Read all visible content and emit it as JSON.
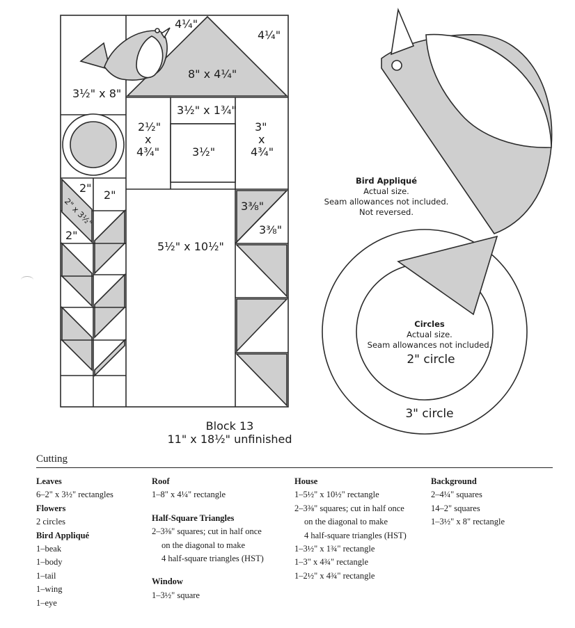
{
  "colors": {
    "fabric_gray": "#cfcfcf",
    "line": "#2b2b2b",
    "background": "#ffffff"
  },
  "block": {
    "title": "Block 13",
    "size": "11\" x 18½\" unfinished",
    "labels": {
      "beak_size": "4¼\"",
      "bg_square": "4¼\"",
      "roof": "8\" x 4¼\"",
      "bg_rect": "3½\" x 8\"",
      "window_top": "3½\" x 1¾\"",
      "left_rect_1": "2½\"",
      "left_rect_2": "x",
      "left_rect_3": "4¾\"",
      "window": "3½\"",
      "right_rect_1": "3\"",
      "right_rect_2": "x",
      "right_rect_3": "4¾\"",
      "sq_2a": "2\"",
      "sq_2b": "2\"",
      "leaf_rect": "2\" x 3½\"",
      "sq_2c": "2\"",
      "hst_1": "3⅜\"",
      "hst_2": "3⅜\"",
      "house": "5½\" x 10½\""
    }
  },
  "applique": {
    "bird_title": "Bird Appliqué",
    "bird_notes": [
      "Actual size.",
      "Seam allowances not included.",
      "Not reversed."
    ],
    "circles_title": "Circles",
    "circles_notes": [
      "Actual size.",
      "Seam allowances not included."
    ],
    "inner_circle": "2\" circle",
    "outer_circle": "3\" circle"
  },
  "cutting": {
    "title": "Cutting",
    "columns": [
      {
        "groups": [
          {
            "heading": "Leaves",
            "lines": [
              "6–2\" x 3½\" rectangles"
            ]
          },
          {
            "heading": "Flowers",
            "lines": [
              "2 circles"
            ]
          },
          {
            "heading": "Bird Appliqué",
            "lines": [
              "1–beak",
              "1–body",
              "1–tail",
              "1–wing",
              "1–eye"
            ]
          }
        ]
      },
      {
        "groups": [
          {
            "heading": "Roof",
            "lines": [
              "1–8\" x 4¼\" rectangle"
            ]
          },
          {
            "heading": "Half-Square Triangles",
            "lines": [
              "2–3⅜\" squares; cut in half once",
              "on the diagonal to make",
              "4 half-square triangles (HST)"
            ]
          },
          {
            "heading": "Window",
            "lines": [
              "1–3½\" square"
            ]
          }
        ]
      },
      {
        "groups": [
          {
            "heading": "House",
            "lines": [
              "1–5½\" x 10½\" rectangle",
              "2–3⅜\" squares; cut in half once",
              "on the diagonal to make",
              "4 half-square triangles (HST)",
              "1–3½\" x 1¾\" rectangle",
              "1–3\" x 4¾\" rectangle",
              "1–2½\" x 4¾\" rectangle"
            ]
          }
        ]
      },
      {
        "groups": [
          {
            "heading": "Background",
            "lines": [
              "2–4¼\" squares",
              "14–2\" squares",
              "1–3½\" x 8\" rectangle"
            ]
          }
        ]
      }
    ]
  }
}
